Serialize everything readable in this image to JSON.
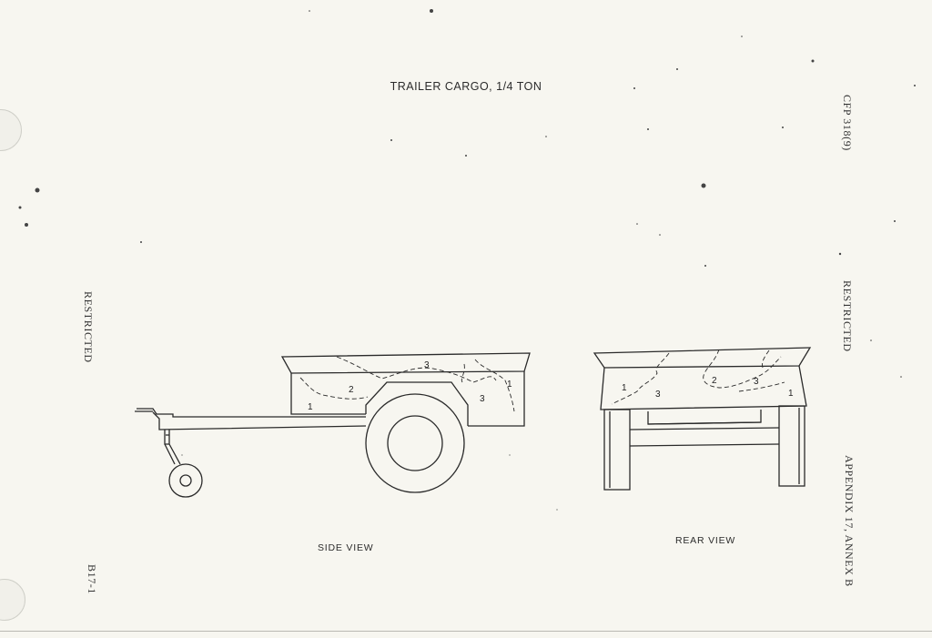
{
  "document": {
    "title": "TRAILER CARGO, 1/4 TON",
    "side_view_caption": "SIDE VIEW",
    "rear_view_caption": "REAR VIEW",
    "left_marking": "RESTRICTED",
    "page_number": "B17-1",
    "right_reference": "CFP 318(9)",
    "right_marking": "RESTRICTED",
    "appendix": "APPENDIX 17, ANNEX B"
  },
  "side_view_zones": {
    "zone_1": "1",
    "zone_2": "2",
    "zone_3_top": "3",
    "zone_3_rear": "3",
    "zone_1_rear": "1"
  },
  "rear_view_zones": {
    "zone_1_left": "1",
    "zone_3_left": "3",
    "zone_2": "2",
    "zone_3_right": "3",
    "zone_1_right": "1"
  }
}
